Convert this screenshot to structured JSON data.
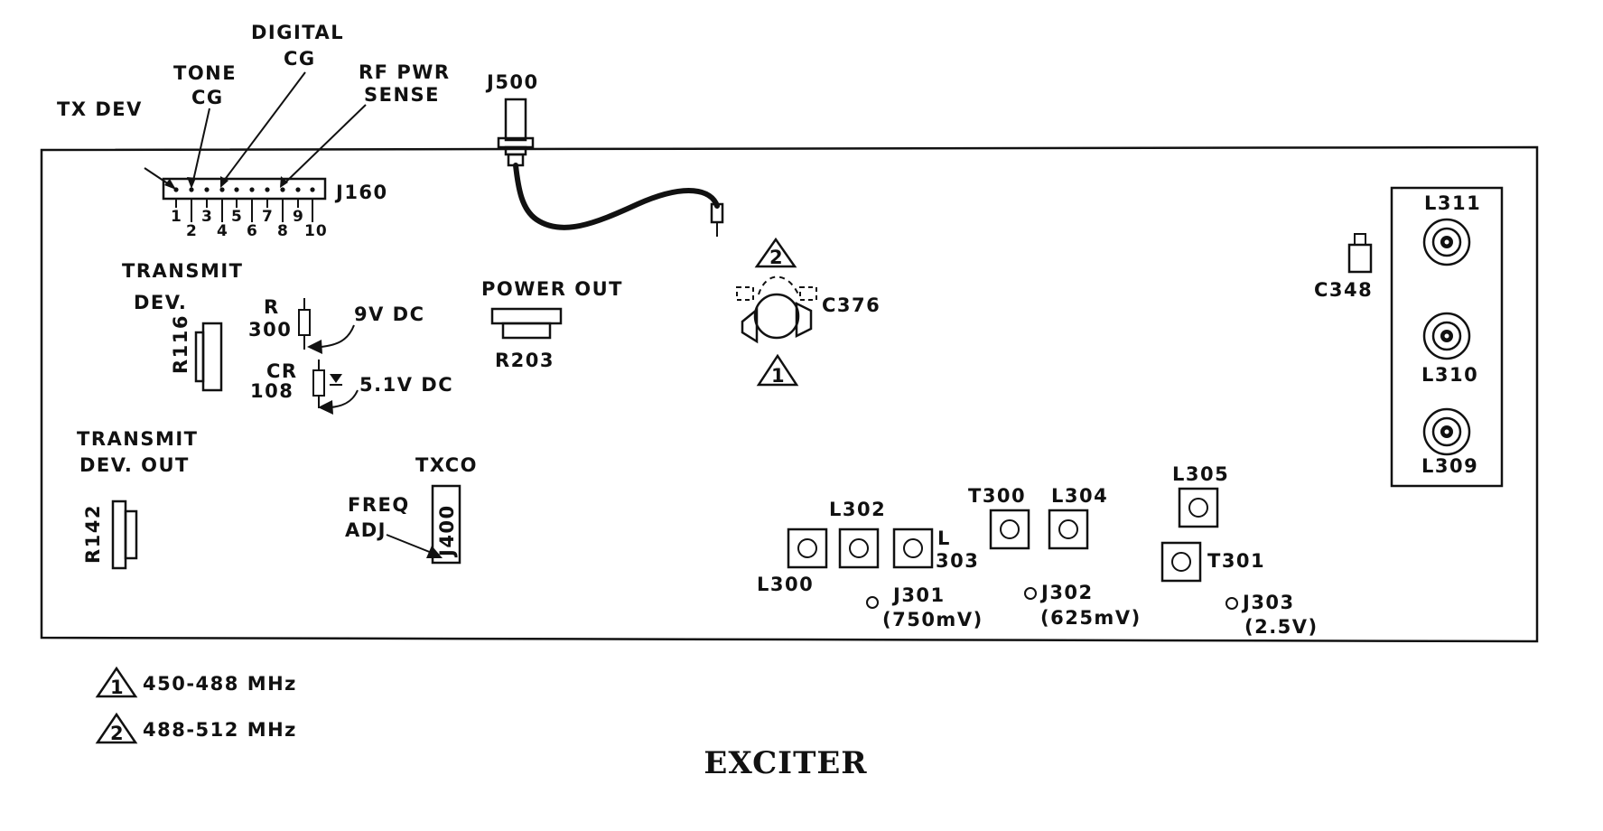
{
  "title": "EXCITER",
  "connector": {
    "name": "J160",
    "signals": [
      "TX DEV",
      "TONE",
      "CG",
      "DIGITAL",
      "CG",
      "RF PWR",
      "SENSE"
    ],
    "pins": [
      "1",
      "2",
      "3",
      "4",
      "5",
      "6",
      "7",
      "8",
      "9",
      "10"
    ]
  },
  "labels": {
    "j500": "J500",
    "transmit_dev_1": "TRANSMIT",
    "transmit_dev_2": "DEV.",
    "r116": "R116",
    "r300_1": "R",
    "r300_2": "300",
    "v9": "9V DC",
    "cr108_1": "CR",
    "cr108_2": "108",
    "v51": "5.1V DC",
    "power_out": "POWER OUT",
    "r203": "R203",
    "c376": "C376",
    "c348": "C348",
    "l311": "L311",
    "l310": "L310",
    "l309": "L309",
    "transmit_out_1": "TRANSMIT",
    "transmit_out_2": "DEV. OUT",
    "r142": "R142",
    "txco": "TXCO",
    "freq": "FREQ",
    "adj": "ADJ",
    "j400": "J400",
    "l300": "L300",
    "l302": "L302",
    "l303_1": "L",
    "l303_2": "303",
    "t300": "T300",
    "l304": "L304",
    "l305": "L305",
    "t301": "T301",
    "j301": "J301",
    "j301_v": "(750mV)",
    "j302": "J302",
    "j302_v": "(625mV)",
    "j303": "J303",
    "j303_v": "(2.5V)"
  },
  "legend": [
    {
      "mark": "1",
      "text": "450-488 MHz"
    },
    {
      "mark": "2",
      "text": "488-512 MHz"
    }
  ]
}
